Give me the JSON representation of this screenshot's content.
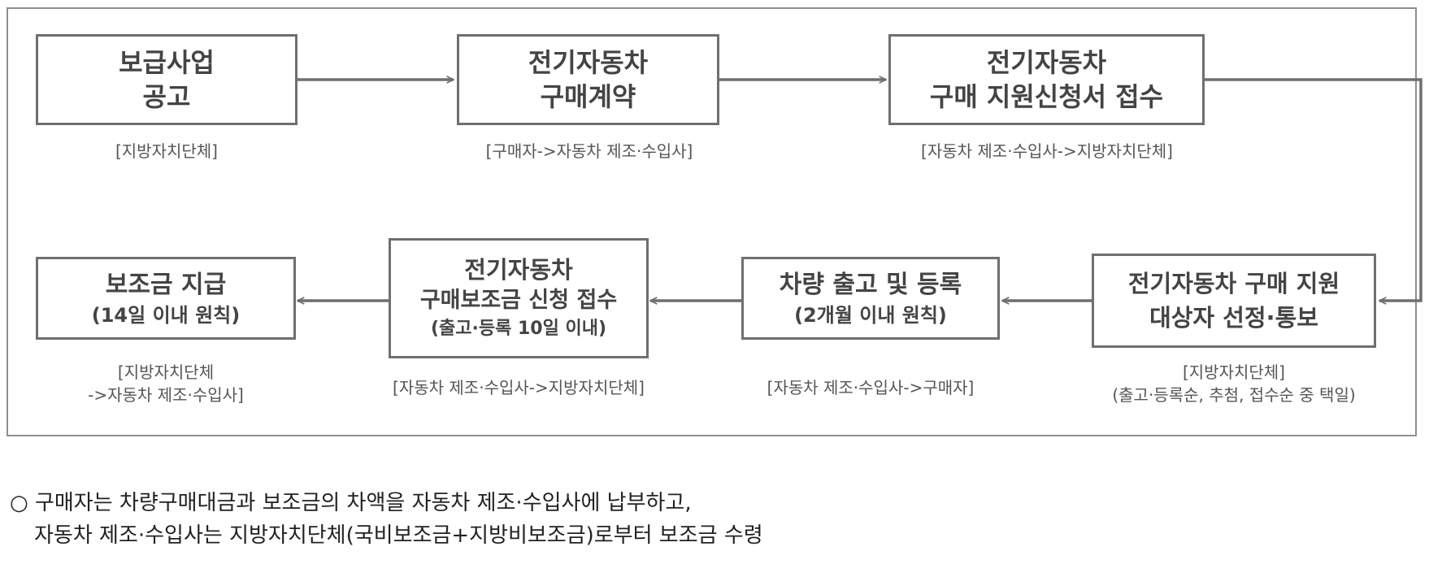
{
  "diagram": {
    "steps": [
      {
        "lines": [
          "보급사업",
          "공고"
        ],
        "caption": [
          "[지방자치단체]"
        ]
      },
      {
        "lines": [
          "전기자동차",
          "구매계약"
        ],
        "caption": [
          "[구매자->자동차 제조·수입사]"
        ]
      },
      {
        "lines": [
          "전기자동차",
          "구매 지원신청서 접수"
        ],
        "caption": [
          "[자동차 제조·수입사->지방자치단체]"
        ]
      },
      {
        "lines": [
          "전기자동차 구매 지원",
          "대상자 선정·통보"
        ],
        "caption": [
          "[지방자치단체]",
          "(출고·등록순, 추첨, 접수순 중 택일)"
        ]
      },
      {
        "lines": [
          "차량 출고 및 등록"
        ],
        "sub": [
          "(2개월 이내 원칙)"
        ],
        "caption": [
          "[자동차 제조·수입사->구매자]"
        ]
      },
      {
        "lines": [
          "전기자동차",
          "구매보조금 신청 접수"
        ],
        "sub": [
          "(출고·등록 10일 이내)"
        ],
        "caption": [
          "[자동차 제조·수입사->지방자치단체]"
        ]
      },
      {
        "lines": [
          "보조금 지급"
        ],
        "sub": [
          "(14일 이내 원칙)"
        ],
        "caption": [
          "[지방자치단체",
          "->자동차 제조·수입사]"
        ]
      }
    ]
  },
  "note": {
    "bullet": "○",
    "line1": "구매자는 차량구매대금과 보조금의 차액을 자동차 제조·수입사에 납부하고,",
    "line2": "자동차 제조·수입사는 지방자치단체(국비보조금+지방비보조금)로부터 보조금 수령"
  },
  "colors": {
    "border": "#6f6f6f",
    "arrow": "#6f6f6f",
    "text": "#444444"
  }
}
